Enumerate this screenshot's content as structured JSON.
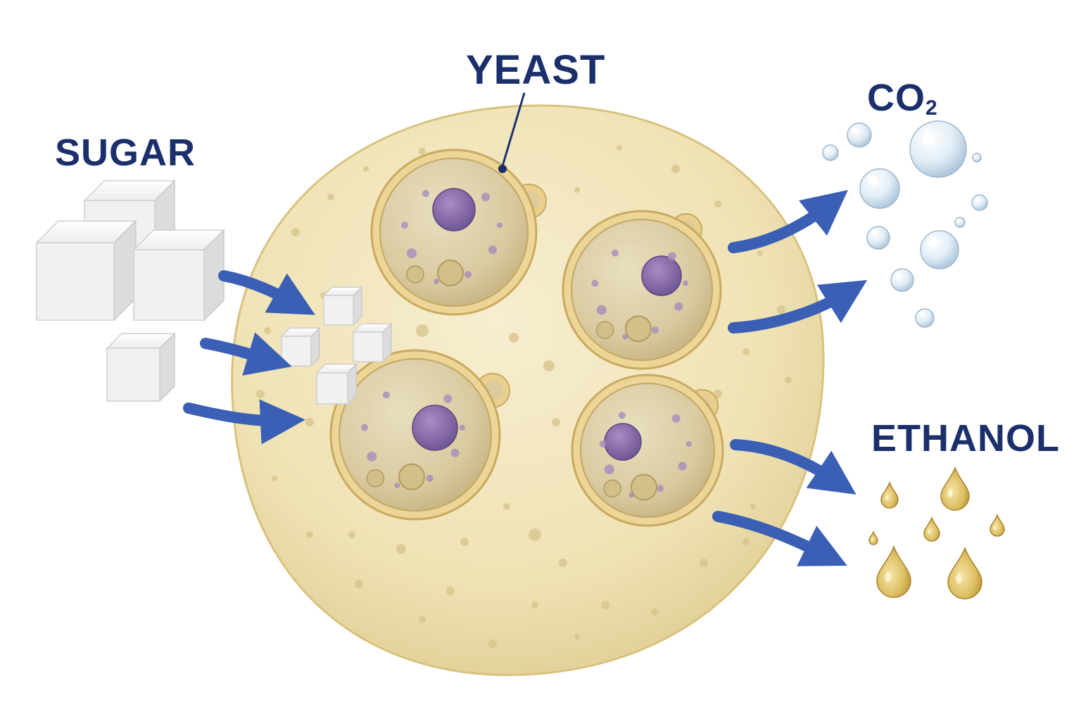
{
  "labels": {
    "sugar": "SUGAR",
    "yeast": "YEAST",
    "co2_main": "CO",
    "co2_sub": "2",
    "ethanol": "ETHANOL"
  },
  "colors": {
    "label_text": "#1b2f6b",
    "arrow": "#3a5fb5",
    "dough": "#efe2b4",
    "cell_wall": "#e9d08f",
    "cell_body": "#d9caa0",
    "nucleus": "#8a6aa8",
    "bubble": "#d6e6f2",
    "droplet": "#d9b75a",
    "sugar_cube": "#f4f4f4"
  },
  "icons": {
    "sugar": "sugar-cube-icon",
    "yeast": "yeast-cell-icon",
    "co2": "gas-bubble-icon",
    "ethanol": "liquid-droplet-icon"
  }
}
